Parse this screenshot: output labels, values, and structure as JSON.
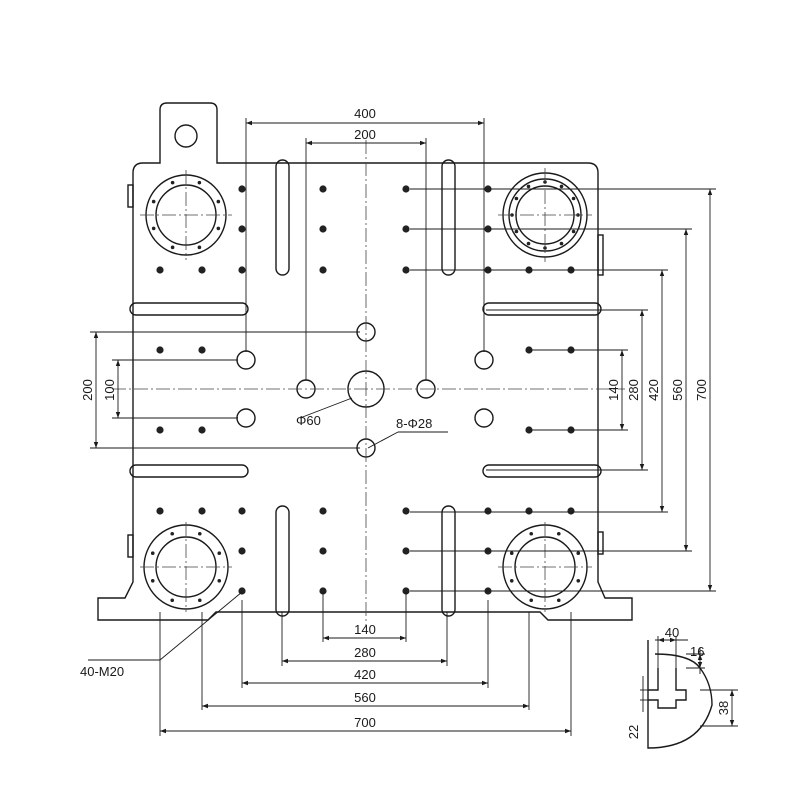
{
  "drawing": {
    "dims_top": [
      "400",
      "200"
    ],
    "dims_left": [
      "200",
      "100"
    ],
    "dims_right": [
      "140",
      "280",
      "420",
      "560",
      "700"
    ],
    "dims_bottom": [
      "140",
      "280",
      "420",
      "560",
      "700"
    ],
    "labels": {
      "center_hole": "Φ60",
      "bolt_holes": "8-Φ28",
      "threaded_holes": "40-M20"
    },
    "detail": [
      "40",
      "16",
      "38",
      "22"
    ]
  }
}
